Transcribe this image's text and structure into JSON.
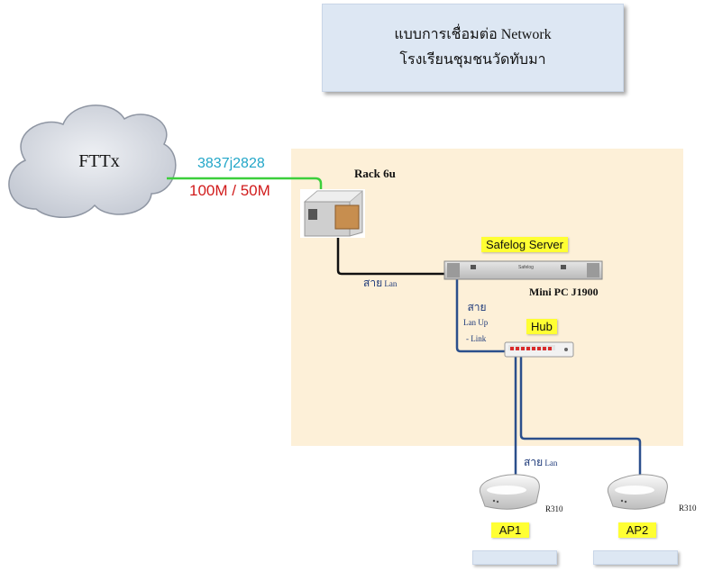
{
  "title": {
    "line1": "แบบการเชื่อมต่อ Network",
    "line2": "โรงเรียนชุมชนวัดทับมา"
  },
  "internet": {
    "label": "FTTx",
    "circuit_id": "3837j2828",
    "speed": "100M / 50M"
  },
  "rack": {
    "label": "Rack 6u"
  },
  "server": {
    "tag": "Safelog Server",
    "model": "Mini PC J1900",
    "device_text": "Safelog"
  },
  "hub": {
    "tag": "Hub"
  },
  "cables": {
    "rack_to_server_th": "สาย",
    "rack_to_server_en": "Lan",
    "server_to_hub_th": "สาย",
    "server_to_hub_line2": "Lan Up",
    "server_to_hub_line3": "- Link",
    "hub_to_ap_th": "สาย",
    "hub_to_ap_en": "Lan"
  },
  "access_points": [
    {
      "tag": "AP1",
      "model": "R310"
    },
    {
      "tag": "AP2",
      "model": "R310"
    }
  ],
  "colors": {
    "wan_line": "#3ccf3c",
    "lan_line": "#2b4f8c",
    "rack_line": "#111111",
    "zone_bg": "#fdf0d8",
    "tag_bg": "#ffff33"
  }
}
